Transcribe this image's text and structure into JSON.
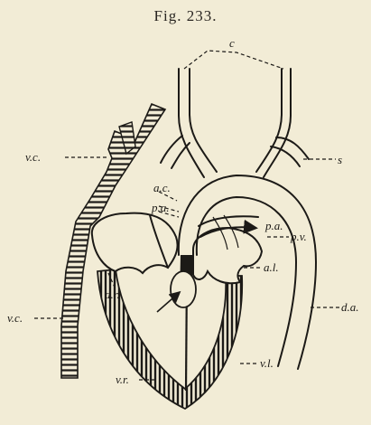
{
  "figure": {
    "title": "Fig. 233."
  },
  "labels": {
    "c": "c",
    "s": "s",
    "vc_upper": "v.c.",
    "vc_lower": "v.c.",
    "ac": "a.c.",
    "pa_left": "p.a.",
    "pa_right": "p.a.",
    "pv": "p.v.",
    "al": "a.l.",
    "ar": "a.r.",
    "vl": "v.l.",
    "vr": "v.r.",
    "da": "d.a."
  },
  "colors": {
    "paper": "#f2ecd6",
    "ink": "#1c1a17"
  }
}
